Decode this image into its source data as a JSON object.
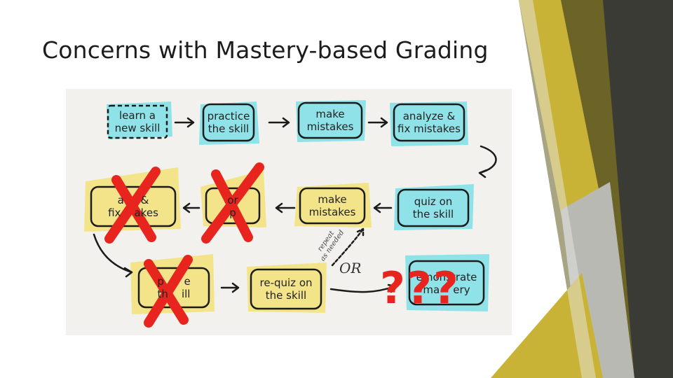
{
  "title": "Concerns with Mastery-based Grading",
  "colors": {
    "accent_gold": "#c9b336",
    "accent_olive": "#6b6426",
    "dark_gray": "#3b3b36",
    "cyan_highlight": "#8fe3e8",
    "yellow_highlight": "#f3e48a",
    "red_x": "#e8241e"
  },
  "diagram": {
    "row1": [
      {
        "label": "learn a\nnew skill",
        "highlight": "cyan",
        "dashed": true
      },
      {
        "label": "practice\nthe skill",
        "highlight": "cyan"
      },
      {
        "label": "make\nmistakes",
        "highlight": "cyan"
      },
      {
        "label": "analyze &\nfix mistakes",
        "highlight": "cyan"
      }
    ],
    "row2": [
      {
        "label": "quiz on\nthe skill",
        "highlight": "cyan"
      },
      {
        "label": "make\nmistakes",
        "highlight": "yellow"
      },
      {
        "label": "or\np",
        "highlight": "yellow",
        "crossed": true
      },
      {
        "label": "a     &\nfix    akes",
        "highlight": "yellow",
        "crossed": true
      }
    ],
    "row3": [
      {
        "label": "p         e\nth     ill",
        "highlight": "yellow",
        "crossed": true
      },
      {
        "label": "re-quiz on\nthe skill",
        "highlight": "yellow"
      },
      {
        "label": "emonstrate\nma     ery",
        "highlight": "cyan"
      }
    ],
    "repeat_note": "repeat\nas needed",
    "or_text": "OR",
    "question_marks": "???"
  }
}
